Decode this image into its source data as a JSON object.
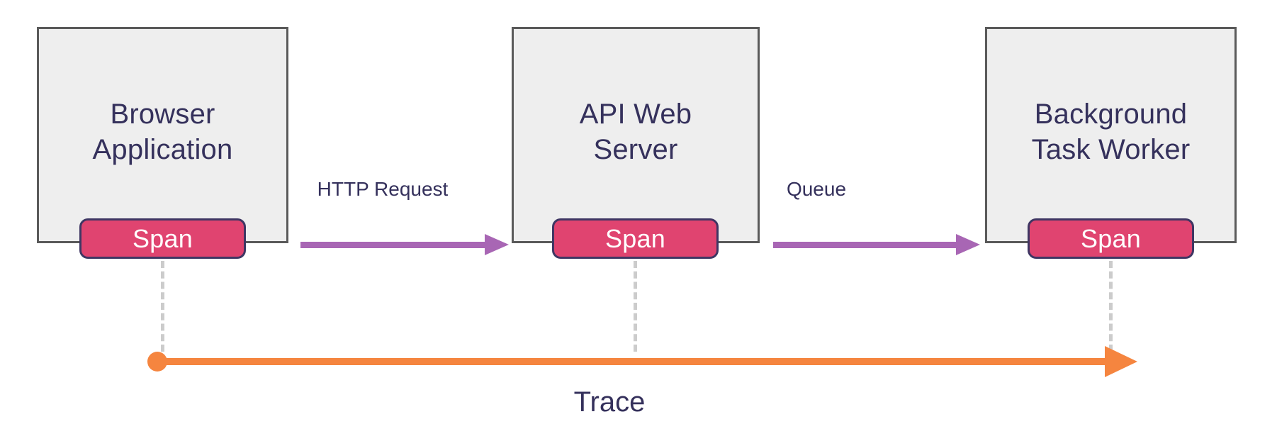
{
  "diagram": {
    "title": "Trace",
    "services": [
      {
        "name": "browser-application",
        "label": "Browser\nApplication",
        "span_label": "Span"
      },
      {
        "name": "api-web-server",
        "label": "API Web\nServer",
        "span_label": "Span"
      },
      {
        "name": "background-task-worker",
        "label": "Background\nTask Worker",
        "span_label": "Span"
      }
    ],
    "flows": [
      {
        "name": "http-request",
        "label": "HTTP Request"
      },
      {
        "name": "queue",
        "label": "Queue"
      }
    ],
    "trace": {
      "label": "Trace"
    },
    "colors": {
      "box_fill": "#eeeeee",
      "box_border": "#5a5a5a",
      "text": "#35315c",
      "span_fill": "#e04470",
      "span_border": "#3f3663",
      "span_text": "#ffffff",
      "flow_arrow": "#a866b4",
      "trace_arrow": "#f5853f",
      "connector": "#cccccc",
      "background": "#ffffff"
    }
  }
}
